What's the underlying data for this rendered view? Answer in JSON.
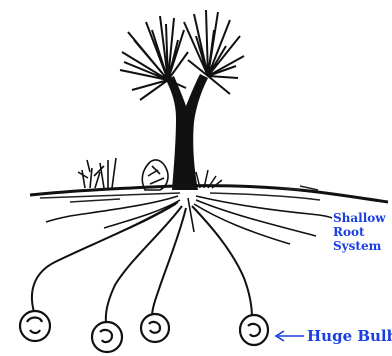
{
  "labels": {
    "shallow_root_system": [
      "Shallow",
      "Root",
      "System"
    ],
    "huge_bulbs": "Huge Bulbs"
  },
  "colors": {
    "ink": "#111111",
    "label_blue": "#1a3fe0",
    "background": "#ffffff"
  }
}
